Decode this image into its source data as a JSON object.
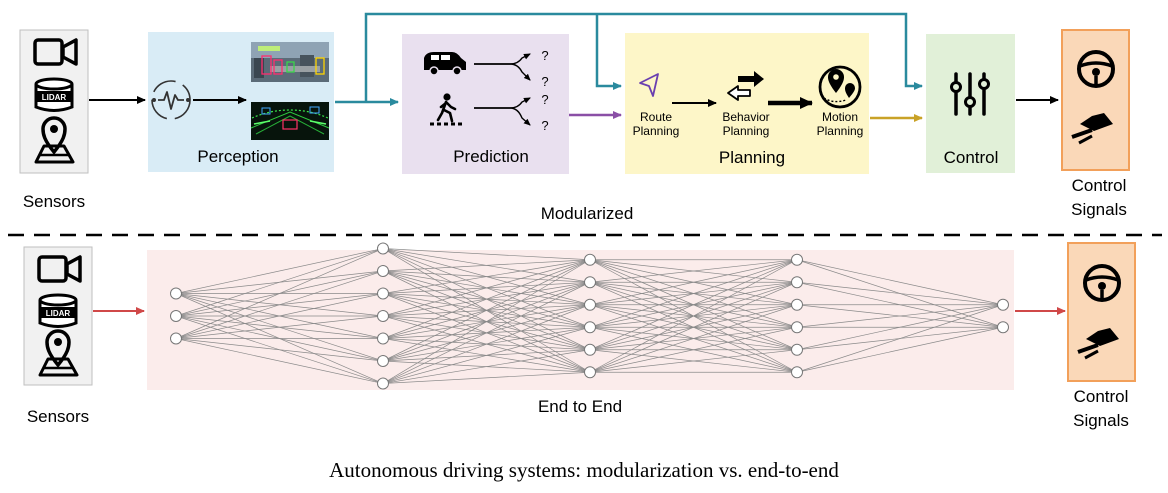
{
  "caption": "Autonomous driving systems: modularization vs. end-to-end",
  "modular": {
    "section_label": "Modularized",
    "sensors_label": "Sensors",
    "lidar_text": "LIDAR",
    "perception": {
      "label": "Perception"
    },
    "prediction": {
      "label": "Prediction",
      "unknown_mark": "?"
    },
    "planning": {
      "label": "Planning",
      "route": [
        "Route",
        "Planning"
      ],
      "behavior": [
        "Behavior",
        "Planning"
      ],
      "motion": [
        "Motion",
        "Planning"
      ]
    },
    "control": {
      "label": "Control"
    },
    "output": [
      "Control",
      "Signals"
    ]
  },
  "e2e": {
    "section_label": "End to End",
    "sensors_label": "Sensors",
    "lidar_text": "LIDAR",
    "output": [
      "Control",
      "Signals"
    ],
    "layers": [
      3,
      7,
      6,
      6,
      2
    ]
  },
  "colors": {
    "perception_bg": "#d9ecf6",
    "prediction_bg": "#e9e0ef",
    "planning_bg": "#fdf6c8",
    "control_bg": "#e1f0d8",
    "output_bg": "#fad8b8",
    "output_border": "#f2a05a",
    "e2e_bg": "#fbeceb",
    "sensor_bg": "#f1f1f1",
    "teal_arrow": "#2a8a9e",
    "purple_arrow": "#8a4fa6",
    "gold_arrow": "#c9a227",
    "red_arrow": "#d04848"
  },
  "icons": {
    "sensors": [
      "camera-icon",
      "lidar-icon",
      "map-pin-icon"
    ],
    "perception": [
      "signal-icon",
      "camera-detection-image",
      "lidar-pointcloud-image"
    ],
    "prediction": [
      "car-icon",
      "pedestrian-icon"
    ],
    "planning": [
      "navigation-arrow-icon",
      "swap-arrows-icon",
      "map-route-icon"
    ],
    "control": [
      "sliders-icon"
    ],
    "output": [
      "steering-wheel-icon",
      "pedal-icon"
    ]
  }
}
